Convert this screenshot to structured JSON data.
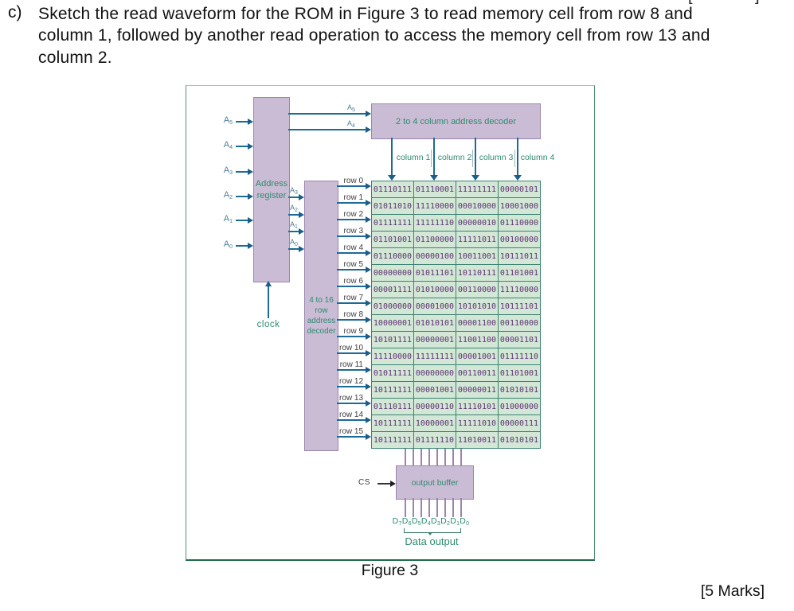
{
  "question": {
    "label": "c)",
    "line1": "Sketch the read waveform for the ROM in Figure 3 to read memory cell from row 8 and",
    "line2": "column 1, followed by another read operation to access the memory cell from row 13 and",
    "line3": "column 2.",
    "marks": "[5 Marks]"
  },
  "top_fragment": {
    "left": "[",
    "right": "]"
  },
  "figure": {
    "caption": "Figure 3",
    "register": {
      "label": "Address\nregister",
      "clock_label": "clock"
    },
    "inputs": {
      "base": "A",
      "subs": [
        "5",
        "4",
        "3",
        "2",
        "1",
        "0"
      ]
    },
    "column_feed": {
      "base": "A",
      "subs": [
        "5",
        "4"
      ]
    },
    "row_feed": {
      "base": "A",
      "subs": [
        "3",
        "2",
        "1",
        "0"
      ]
    },
    "column_decoder": {
      "label": "2 to 4 column address decoder"
    },
    "row_decoder": {
      "label": "4 to 16\nrow\naddress\ndecoder"
    },
    "columns": [
      "column 1",
      "column 2",
      "column 3",
      "column 4"
    ],
    "rows": [
      "row 0",
      "row 1",
      "row 2",
      "row 3",
      "row 4",
      "row 5",
      "row 6",
      "row 7",
      "row 8",
      "row 9",
      "row 10",
      "row 11",
      "row 12",
      "row 13",
      "row 14",
      "row 15"
    ],
    "memory": [
      [
        "01110111",
        "01110001",
        "11111111",
        "00000101"
      ],
      [
        "01011010",
        "11110000",
        "00010000",
        "10001000"
      ],
      [
        "01111111",
        "11111110",
        "00000010",
        "01110000"
      ],
      [
        "01101001",
        "01100000",
        "11111011",
        "00100000"
      ],
      [
        "01110000",
        "00000100",
        "10011001",
        "10111011"
      ],
      [
        "00000000",
        "01011101",
        "10110111",
        "01101001"
      ],
      [
        "00001111",
        "01010000",
        "00110000",
        "11110000"
      ],
      [
        "01000000",
        "00001000",
        "10101010",
        "10111101"
      ],
      [
        "10000001",
        "01010101",
        "00001100",
        "00110000"
      ],
      [
        "10101111",
        "00000001",
        "11001100",
        "00001101"
      ],
      [
        "11110000",
        "11111111",
        "00001001",
        "01111110"
      ],
      [
        "01011111",
        "00000000",
        "00110011",
        "01101001"
      ],
      [
        "10111111",
        "00001001",
        "00000011",
        "01010101"
      ],
      [
        "01110111",
        "00000110",
        "11110101",
        "01000000"
      ],
      [
        "10111111",
        "10000001",
        "11111010",
        "00000111"
      ],
      [
        "10111111",
        "01111110",
        "11010011",
        "01010101"
      ]
    ],
    "cs_label": "CS",
    "output_buffer": {
      "label": "output buffer"
    },
    "data_bits": {
      "base": "D",
      "subs": [
        "7",
        "6",
        "5",
        "4",
        "3",
        "2",
        "1",
        "0"
      ]
    },
    "data_output_label": "Data output"
  },
  "colors": {
    "accent_teal": "#2e8b6f",
    "box_purple_fill": "#cabcd5",
    "box_purple_border": "#9a86b1",
    "cell_green": "#d3e7d6",
    "cell_border_teal": "#3d8170",
    "binary_purple": "#5d3071",
    "line_blue": "#1d6a96",
    "data_line_purple": "#9d84ad",
    "frame_green": "#2e7d5a"
  }
}
